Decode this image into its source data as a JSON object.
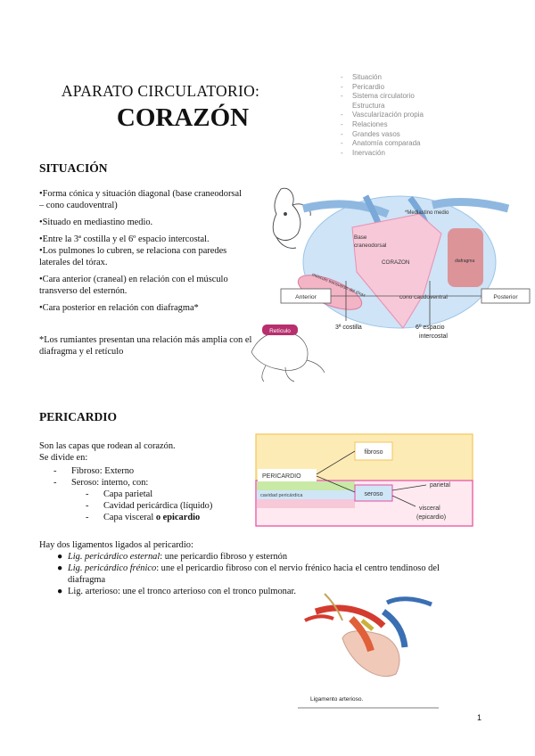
{
  "header": {
    "subtitle": "APARATO CIRCULATORIO:",
    "title": "CORAZÓN"
  },
  "toc": [
    "Situación",
    "Pericardio",
    "Sistema circulatorio",
    "Estructura",
    "Vascularización propia",
    "Relaciones",
    "Grandes vasos",
    "Anatomía comparada",
    "Inervación"
  ],
  "situacion": {
    "heading": "SITUACIÓN",
    "bullets": [
      "•Forma cónica y situación diagonal (base craneodorsal – cono caudoventral)",
      "•Situado en mediastino medio.",
      "•Entre la 3ª costilla y el 6º espacio intercostal.",
      "•Los pulmones lo cubren, se relaciona con paredes laterales del tórax.",
      "•Cara anterior (craneal) en relación con el músculo transverso del esternón.",
      "•Cara posterior en relación con diafragma*"
    ],
    "note": "*Los rumiantes presentan una relación más amplia con el diafragma y el retículo"
  },
  "situacion_diagram": {
    "mediastino": "*Mediastino medio",
    "base": "Base craneodorsal",
    "corazon": "CORAZON",
    "diafragma": "diafragma",
    "musculo": "músculo transverso del tórax",
    "cono": "cono caudoventral",
    "anterior": "Anterior",
    "posterior": "Posterior",
    "costilla": "3ª costilla",
    "espacio": "6º espacio intercostal",
    "espacio_line1": "6º espacio",
    "espacio_line2": "intercostal",
    "reticulo": "Retículo"
  },
  "pericardio": {
    "heading": "PERICARDIO",
    "intro1": "Son las capas que rodean al corazón.",
    "intro2": "Se divide en:",
    "fibroso": "Fibroso: Externo",
    "seroso": "Seroso: interno, con:",
    "capa_parietal": "Capa parietal",
    "cavidad": "Cavidad pericárdica (líquido)",
    "capa_visceral_prefix": "Capa visceral ",
    "capa_visceral_bold": "o epicardio",
    "ligamentos_intro": "Hay dos ligamentos ligados al pericardio:",
    "lig1_name": "Lig. pericárdico esternal",
    "lig1_text": ": une pericardio fibroso y esternón",
    "lig2_name": "Lig. pericárdico frénico",
    "lig2_text": ": une el pericardio fibroso con el nervio frénico hacia el centro tendinoso del diafragma",
    "lig3_text": "Lig. arterioso: une el tronco arterioso con el tronco pulmonar."
  },
  "pericardio_diagram": {
    "fibroso": "fibroso",
    "pericardio": "PERICARDIO",
    "seroso": "seroso",
    "parietal": "parietal",
    "cavidad": "cavidad pericárdica",
    "visceral": "visceral",
    "epicardio": "(epicardio)"
  },
  "image_caption": "Ligamento arterioso.",
  "page_number": "1",
  "colors": {
    "yellow_fill": "#fdebb5",
    "yellow_border": "#f3c45a",
    "pink": "#e84aa6",
    "green": "#c9e9a6",
    "light_blue": "#cfe6f7",
    "blue_fill": "#cfe4f6",
    "pink_fill": "#f6c8d8"
  }
}
